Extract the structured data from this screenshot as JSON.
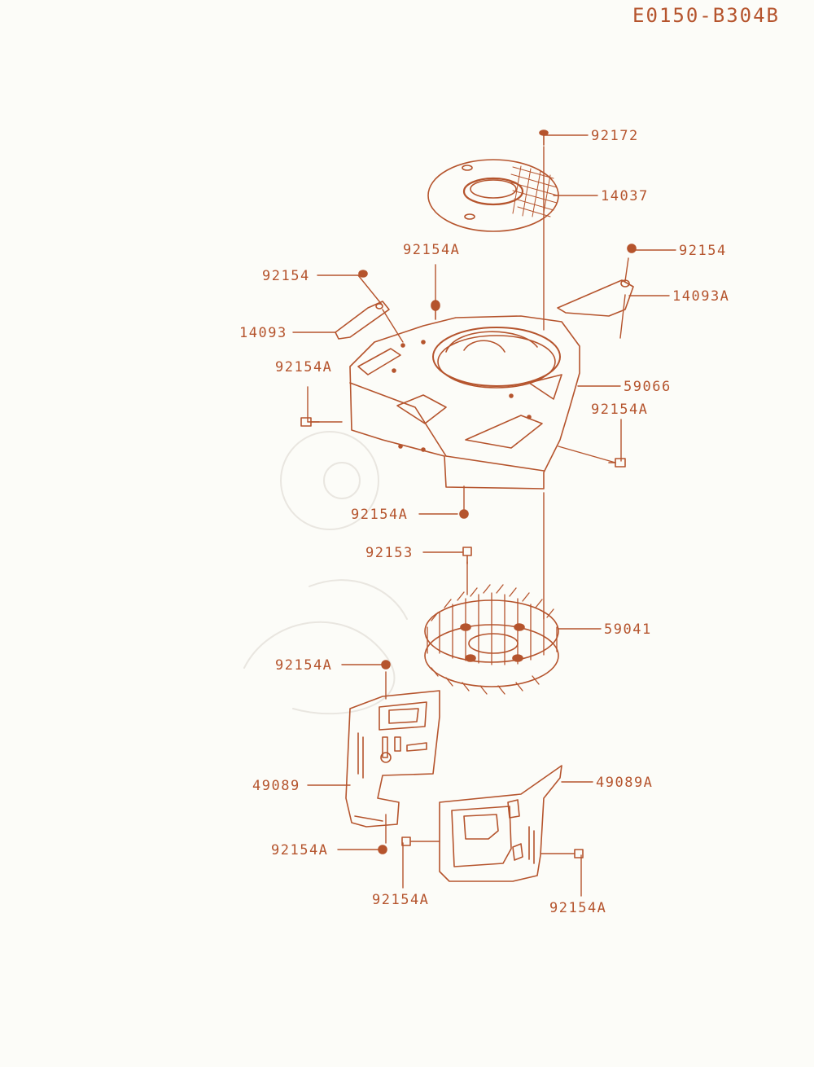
{
  "diagram_code": "E0150-B304B",
  "colors": {
    "ink": "#b5542d",
    "paper": "#fcfcf8",
    "watermark": "#e9e6e0"
  },
  "callouts": {
    "screw_top": "92172",
    "screen": "14037",
    "bolt_right_top": "92154",
    "bracket_right": "14093A",
    "bolt_left_top": "92154",
    "bolt_center_top": "92154A",
    "bracket_left": "14093",
    "bolt_left_side": "92154A",
    "housing": "59066",
    "bolt_right_side": "92154A",
    "bolt_bottom_housing": "92154A",
    "bolt_flywheel": "92153",
    "flywheel": "59041",
    "bolt_plate_top": "92154A",
    "plate_left": "49089",
    "plate_right": "49089A",
    "bolt_plate_bottom": "92154A",
    "bolt_plate_right_left": "92154A",
    "bolt_plate_right_right": "92154A"
  }
}
